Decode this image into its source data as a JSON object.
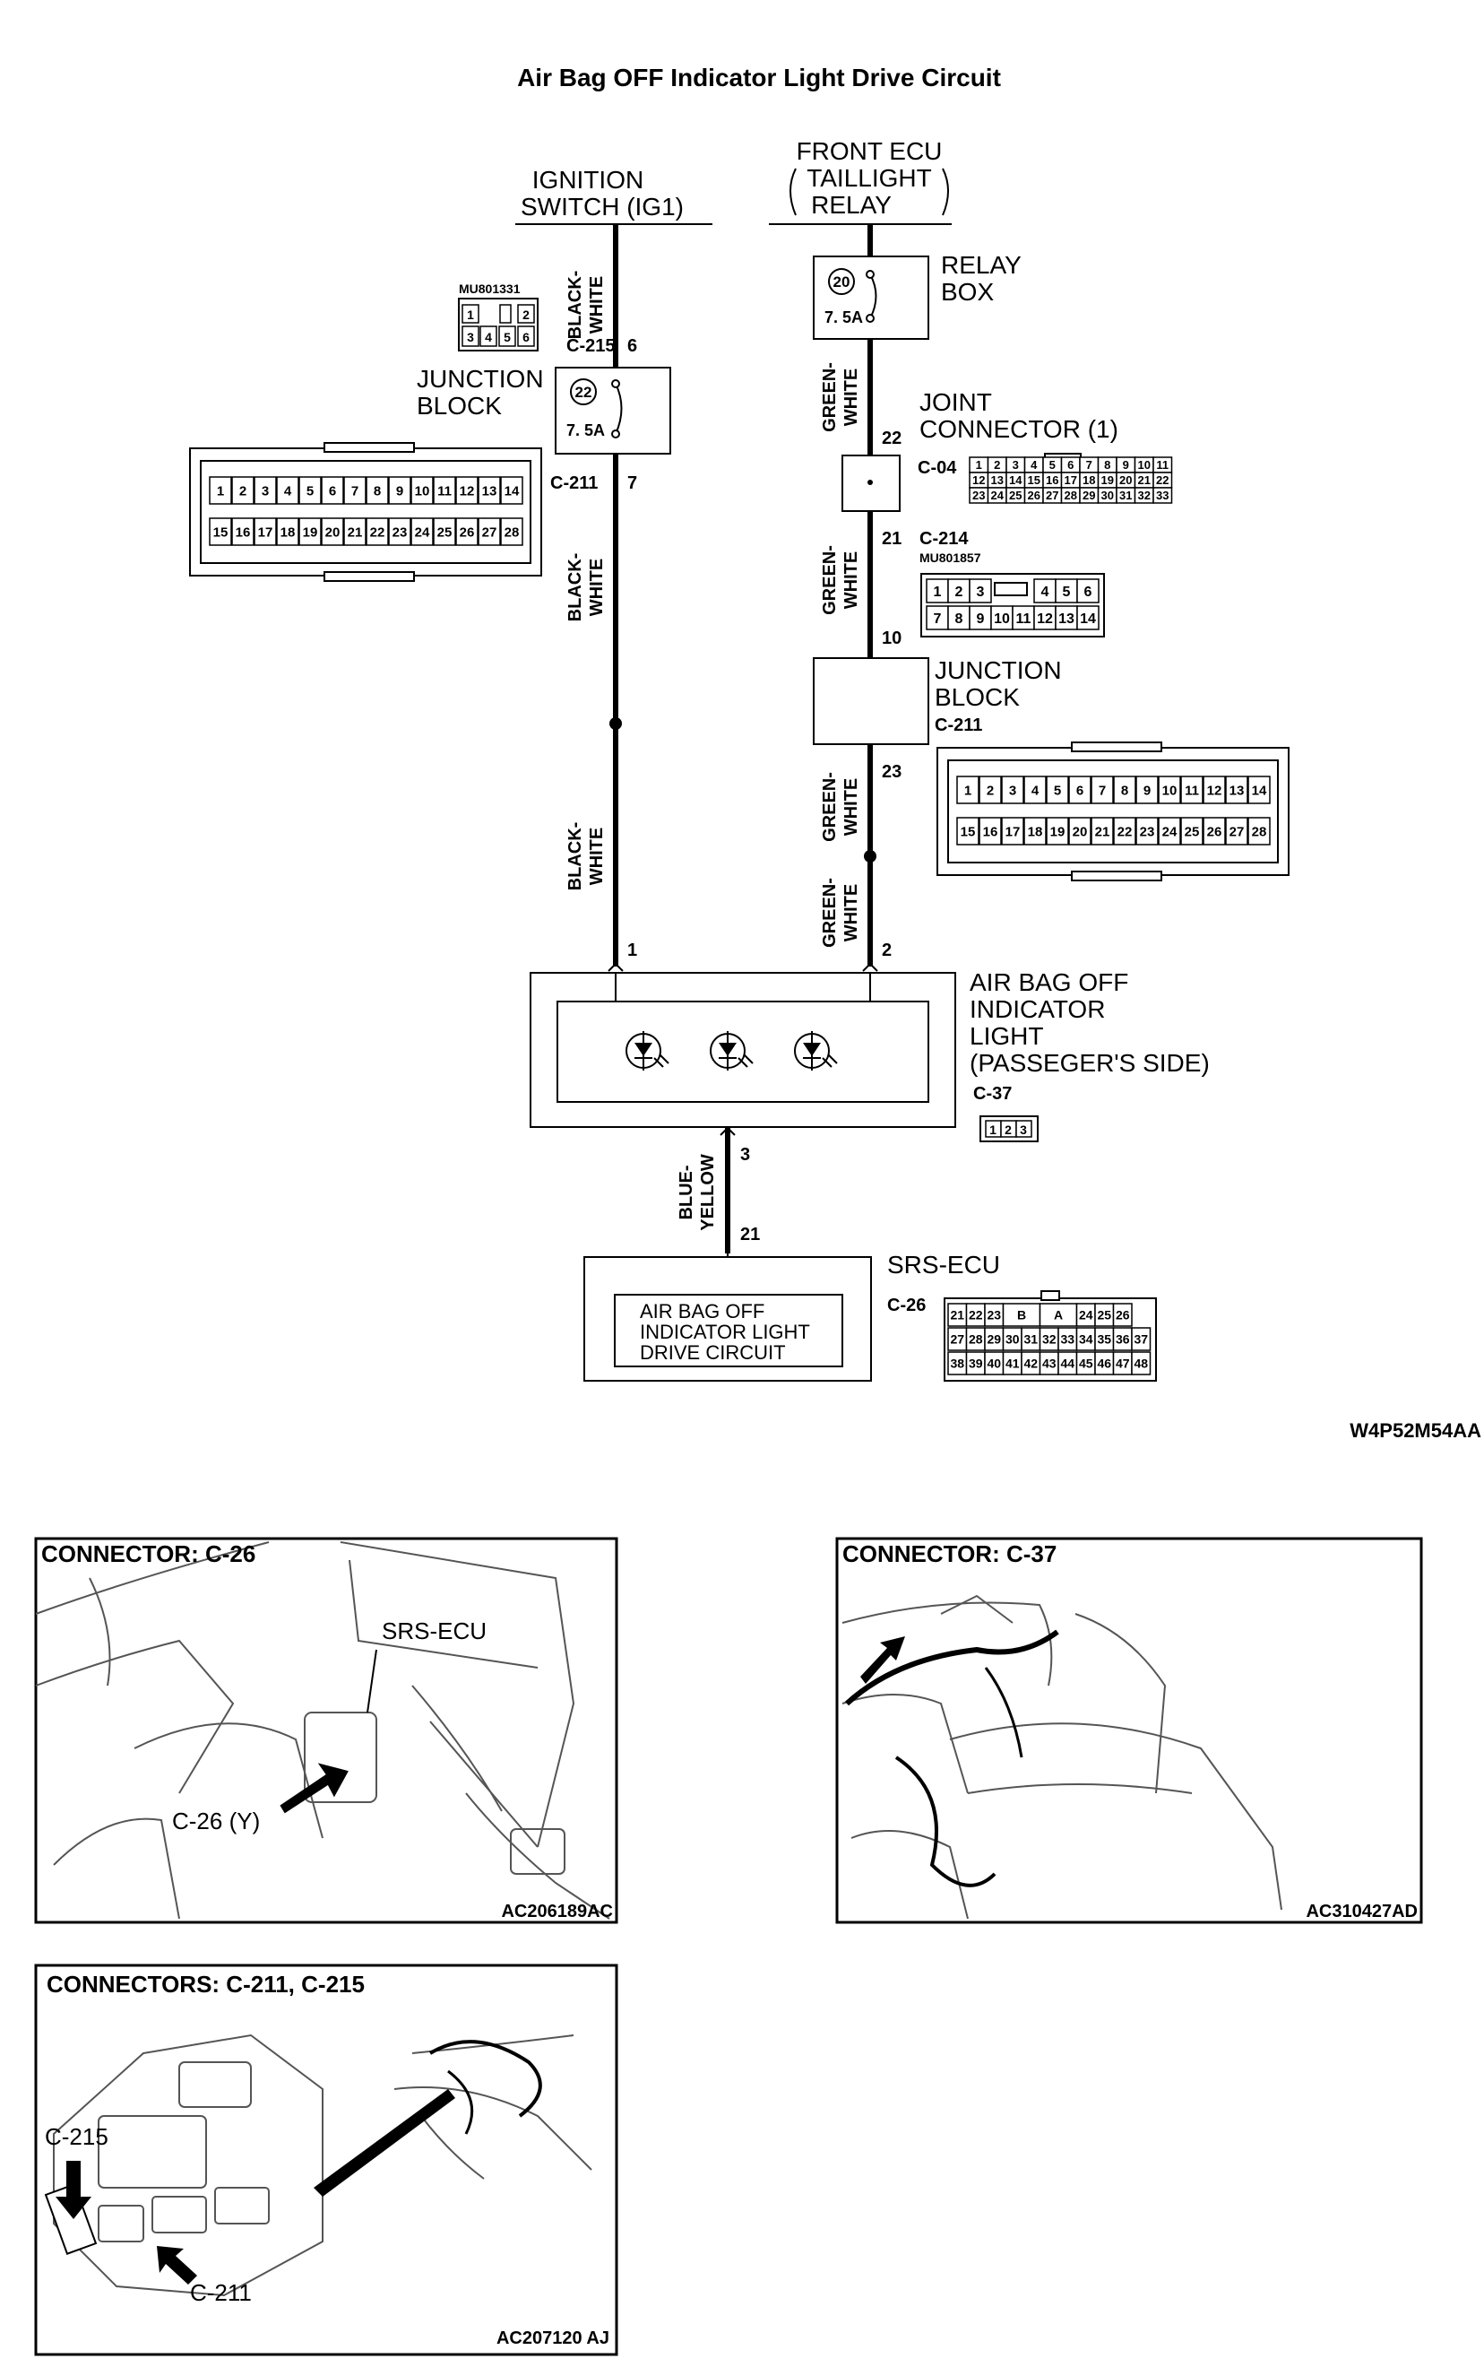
{
  "title": "Air Bag OFF Indicator Light Drive Circuit",
  "sources": {
    "ignition": [
      "IGNITION",
      "SWITCH (IG1)"
    ],
    "front_ecu": [
      "FRONT ECU",
      "TAILLIGHT",
      "RELAY"
    ]
  },
  "relay_box": {
    "label": [
      "RELAY",
      "BOX"
    ],
    "fuse_no": "20",
    "fuse_rating": "7. 5A"
  },
  "junction_block_top": {
    "label": [
      "JUNCTION",
      "BLOCK"
    ],
    "fuse_no": "22",
    "fuse_rating": "7. 5A"
  },
  "junction_block_right": {
    "label": [
      "JUNCTION",
      "BLOCK"
    ],
    "connector": "C-211"
  },
  "joint_connector": {
    "label": "JOINT",
    "label2": "CONNECTOR (1)",
    "connector": "C-04"
  },
  "indicator": {
    "label": [
      "AIR BAG OFF",
      "INDICATOR",
      "LIGHT",
      "(PASSEGER'S SIDE)"
    ],
    "connector": "C-37"
  },
  "srs_ecu": {
    "label": "SRS-ECU",
    "connector": "C-26",
    "inner": [
      "AIR BAG OFF",
      "INDICATOR LIGHT",
      "DRIVE CIRCUIT"
    ]
  },
  "connector_labels": {
    "c215": "C-215",
    "c211": "C-211",
    "c214": "C-214",
    "c04": "C-04",
    "part_c215": "MU801331",
    "part_c214": "MU801857"
  },
  "pins": {
    "c215": "6",
    "c211_top": "7",
    "p22": "22",
    "p21": "21",
    "p10": "10",
    "p23": "23",
    "ind1": "1",
    "ind2": "2",
    "ind3": "3",
    "ecu21": "21"
  },
  "wire_colors": {
    "black_white": [
      "BLACK-",
      "WHITE"
    ],
    "green_white": [
      "GREEN-",
      "WHITE"
    ],
    "blue_yellow": [
      "BLUE-",
      "YELLOW"
    ]
  },
  "connector_pins": {
    "c215": [
      [
        "1",
        "",
        "2"
      ],
      [
        "3",
        "4",
        "5",
        "6"
      ]
    ],
    "c211": [
      [
        "1",
        "2",
        "3",
        "4",
        "5",
        "6",
        "7",
        "8",
        "9",
        "10",
        "11",
        "12",
        "13",
        "14"
      ],
      [
        "15",
        "16",
        "17",
        "18",
        "19",
        "20",
        "21",
        "22",
        "23",
        "24",
        "25",
        "26",
        "27",
        "28"
      ]
    ],
    "c04": [
      [
        "1",
        "2",
        "3",
        "4",
        "5",
        "6",
        "7",
        "8",
        "9",
        "10",
        "11"
      ],
      [
        "12",
        "13",
        "14",
        "15",
        "16",
        "17",
        "18",
        "19",
        "20",
        "21",
        "22"
      ],
      [
        "23",
        "24",
        "25",
        "26",
        "27",
        "28",
        "29",
        "30",
        "31",
        "32",
        "33"
      ]
    ],
    "c214": [
      [
        "1",
        "2",
        "3",
        "",
        "4",
        "5",
        "6"
      ],
      [
        "7",
        "8",
        "9",
        "10",
        "11",
        "12",
        "13",
        "14"
      ]
    ],
    "c37": [
      "1",
      "2",
      "3"
    ],
    "c26": [
      [
        "21",
        "22",
        "23",
        "",
        "B",
        "A",
        "",
        "24",
        "25",
        "26"
      ],
      [
        "27",
        "28",
        "29",
        "30",
        "31",
        "32",
        "33",
        "34",
        "35",
        "36",
        "37"
      ],
      [
        "38",
        "39",
        "40",
        "41",
        "42",
        "43",
        "44",
        "45",
        "46",
        "47",
        "48"
      ]
    ]
  },
  "diagram_code": "W4P52M54AA",
  "panels": [
    {
      "title": "CONNECTOR: C-26",
      "labels": [
        "SRS-ECU",
        "C-26 (Y)"
      ],
      "code": "AC206189AC"
    },
    {
      "title": "CONNECTOR: C-37",
      "labels": [],
      "code": "AC310427AD"
    },
    {
      "title": "CONNECTORS: C-211, C-215",
      "labels": [
        "C-215",
        "C-211"
      ],
      "code": "AC207120 AJ"
    }
  ]
}
